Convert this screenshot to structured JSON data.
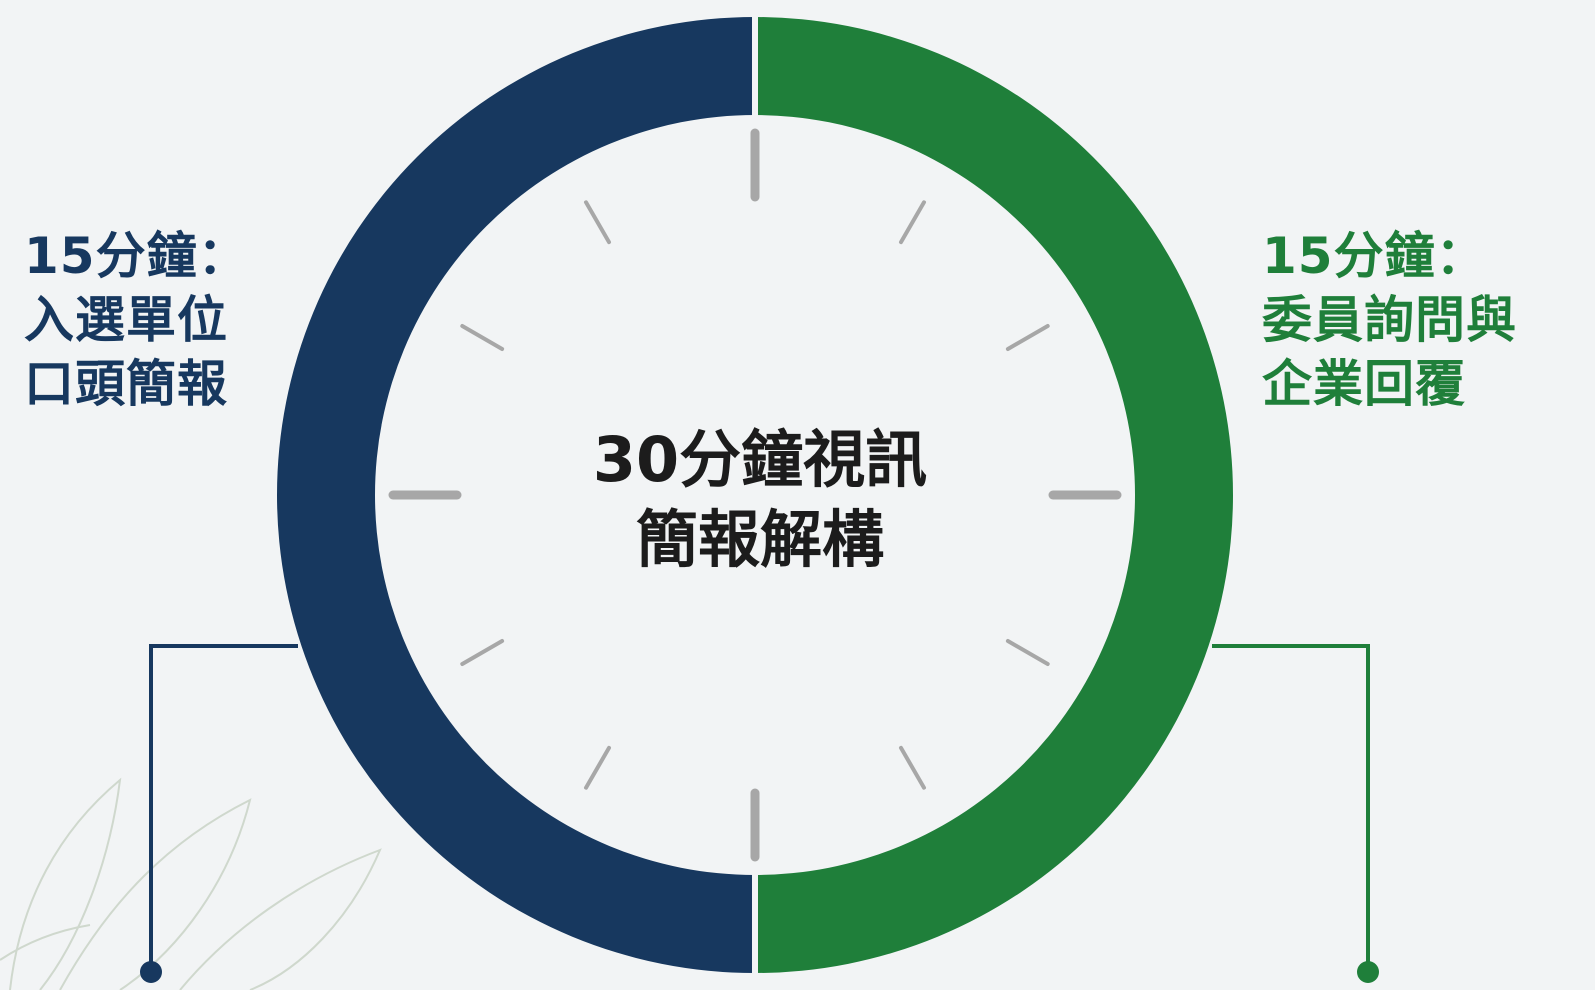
{
  "colors": {
    "background": "#f2f4f5",
    "left_segment": "#17385f",
    "right_segment": "#1f7f3a",
    "tick": "#a7a7a7",
    "leaf_outline": "#cfd8cd"
  },
  "segments": [
    {
      "minutes": 15,
      "heading": "15分鐘：",
      "lines": [
        "入選單位",
        "口頭簡報"
      ]
    },
    {
      "minutes": 15,
      "heading": "15分鐘：",
      "lines": [
        "委員詢問與",
        "企業回覆"
      ]
    }
  ],
  "center": {
    "lines": [
      "30分鐘視訊",
      "簡報解構"
    ]
  },
  "icons": {
    "left_decoration": "leaf-outline-icon",
    "connector_end": "dot-icon"
  }
}
